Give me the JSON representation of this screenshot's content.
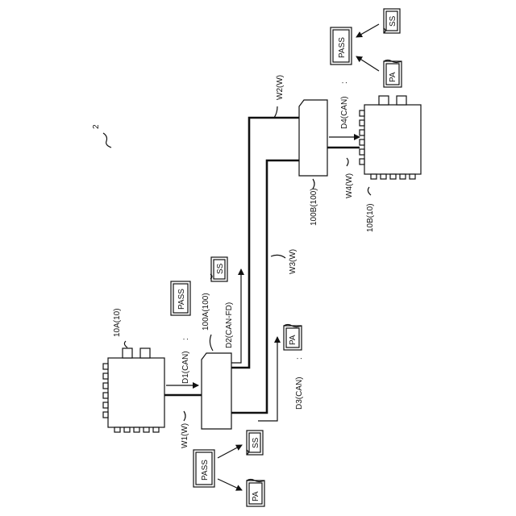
{
  "figure": {
    "ref": "2"
  },
  "devices": {
    "ecu_a": "10A(10)",
    "ecu_b": "10B(10)",
    "relay_a": "100A(100)",
    "relay_b": "100B(100)"
  },
  "wires": {
    "w1": "W1(W)",
    "w2": "W2(W)",
    "w3": "W3(W)",
    "w4": "W4(W)"
  },
  "messages": {
    "d1": "D1(CAN)",
    "d2": "D2(CAN-FD)",
    "d3": "D3(CAN)",
    "d4": "D4(CAN)"
  },
  "stamps": {
    "full": "PASS",
    "fragment_left": "PA",
    "fragment_right": "SS"
  }
}
